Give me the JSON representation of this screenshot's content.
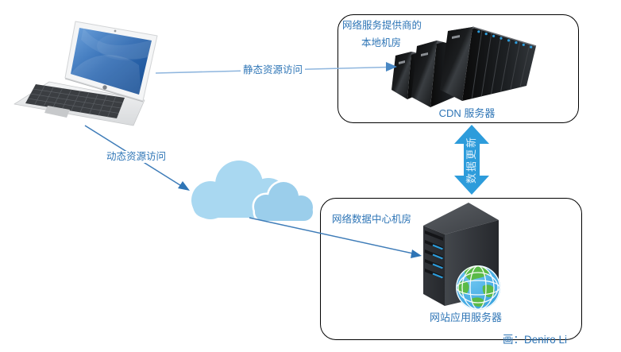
{
  "labels": {
    "static_access": "静态资源访问",
    "dynamic_access": "动态资源访问",
    "data_update": "数据更新"
  },
  "isp_box": {
    "title_line1": "网络服务提供商的",
    "title_line2": "本地机房",
    "caption": "CDN 服务器"
  },
  "idc_box": {
    "title": "网络数据中心机房",
    "caption": "网站应用服务器"
  },
  "credit": "画：Deniro Li",
  "icons": {
    "laptop": "laptop-icon",
    "cloud": "cloud-icon",
    "cdn_racks": "cdn-server-racks-icon",
    "web_server": "web-server-tower-icon",
    "globe": "globe-icon",
    "static_arrow": "static-access-arrow",
    "dynamic_arrow": "dynamic-access-arrow",
    "cloud_arrow": "cloud-to-server-arrow",
    "double_arrow": "data-update-double-arrow"
  },
  "colors": {
    "label_blue": "#2E75B6",
    "line_blue": "#3E7CB8",
    "line_blue_light": "#8FB6DE",
    "double_arrow_blue": "#2D9CDB",
    "cloud_fill": "#A9D8F1",
    "cloud_fill_small": "#9BCEEB",
    "box_border": "#000000",
    "globe_blue": "#2D9CDB",
    "globe_green": "#5BBA47",
    "led_blue": "#2D9CDB"
  }
}
